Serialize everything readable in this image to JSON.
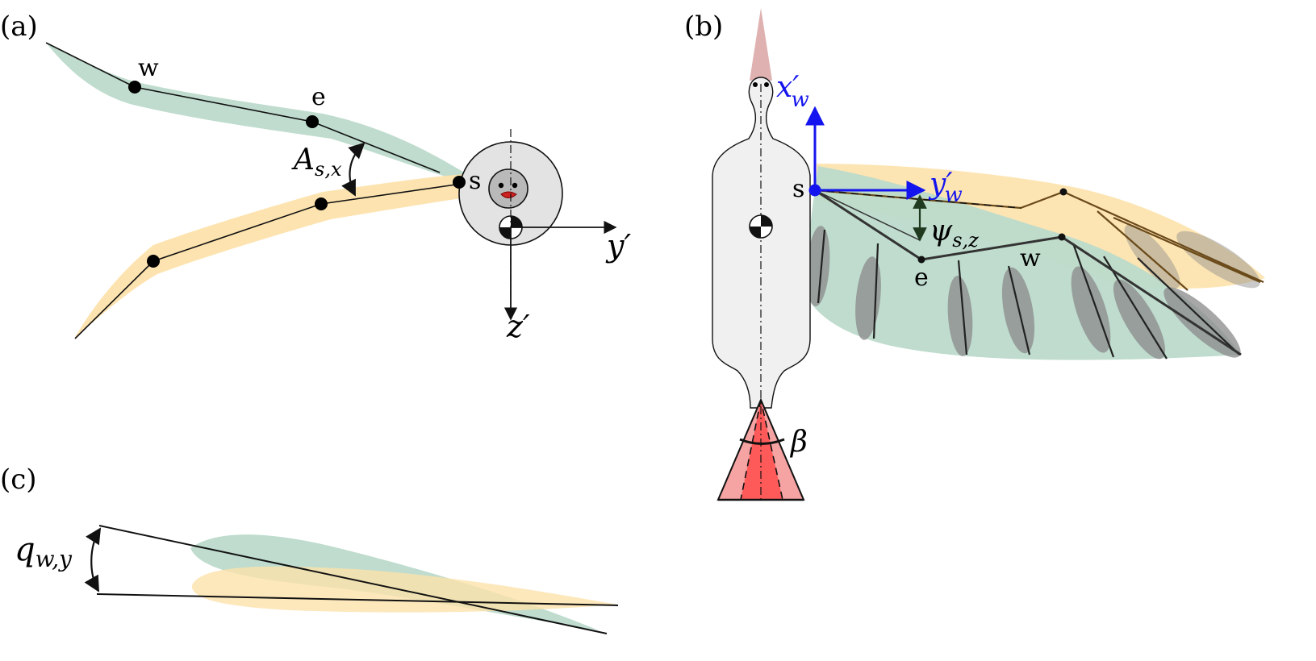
{
  "colors": {
    "upstroke_wing": "#bcdacb",
    "downstroke_wing": "#fde2ab",
    "axis_blue": "#1414ee",
    "body_fill": "#f0f0f0",
    "head_fill": "#e3e3e3",
    "face_fill": "#b9b9b9",
    "beak_red": "#cc2222",
    "tail_red": "#ff5a5a",
    "tail_light": "#f5a3a3",
    "head_cone": "#d9a3a3",
    "feather_gray": "#8a8a8a",
    "wing_bone": "#333333"
  },
  "panels": {
    "a": {
      "tag": "(a)",
      "joint_wrist": "w",
      "joint_elbow": "e",
      "joint_shoulder": "s",
      "angle_main": "A",
      "angle_sub": "s,x",
      "axis_y": "y′",
      "axis_z": "z′"
    },
    "b": {
      "tag": "(b)",
      "joint_shoulder": "s",
      "joint_elbow": "e",
      "joint_wrist": "w",
      "axis_x_main": "x′",
      "axis_x_sub": "w",
      "axis_y_main": "y′",
      "axis_y_sub": "w",
      "angle_main": "ψ",
      "angle_sub": "s,z",
      "tail_angle": "β"
    },
    "c": {
      "tag": "(c)",
      "angle_main": "q",
      "angle_sub": "w,y"
    }
  }
}
